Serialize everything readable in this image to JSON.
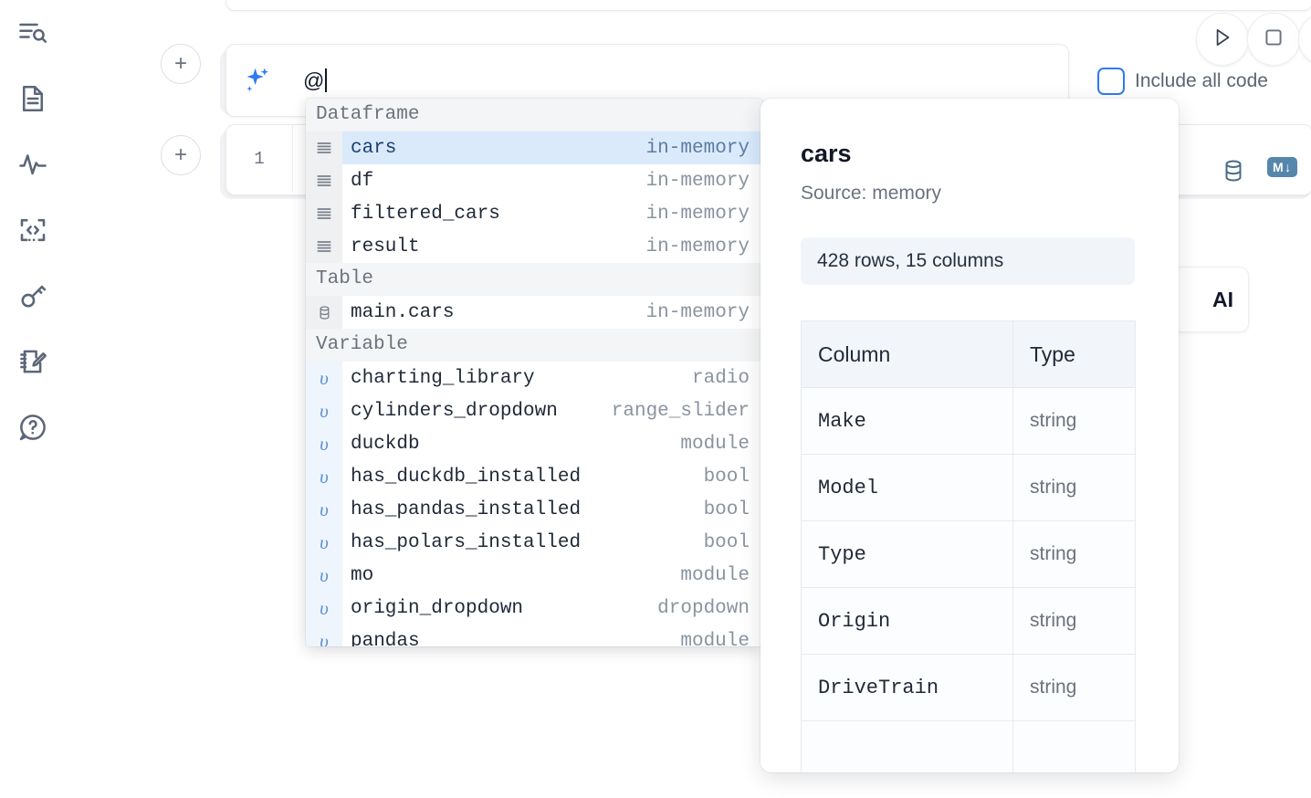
{
  "sidebar": {
    "items": [
      {
        "name": "outline-search-icon",
        "title": "Outline / search"
      },
      {
        "name": "file-icon",
        "title": "Files"
      },
      {
        "name": "activity-icon",
        "title": "Activity"
      },
      {
        "name": "snippets-icon",
        "title": "Snippets"
      },
      {
        "name": "key-icon",
        "title": "Secrets"
      },
      {
        "name": "scratchpad-icon",
        "title": "Scratchpad"
      },
      {
        "name": "help-icon",
        "title": "Help"
      }
    ]
  },
  "toolbar": {
    "run_label": "Run",
    "stop_label": "Stop",
    "extra_label": "More",
    "include_all_code_label": "Include all code",
    "include_all_code_checked": false,
    "accent_color": "#2f7bf0"
  },
  "cell": {
    "add_above_label": "+",
    "add_below_label": "+",
    "line_number": "1",
    "database_icon_label": "Database",
    "markdown_badge_label": "M",
    "markdown_badge_arrow": "↓"
  },
  "ai_card": {
    "label": "AI"
  },
  "prompt": {
    "sparkle_icon": "sparkles-icon",
    "value": "@",
    "placeholder": ""
  },
  "autocomplete": {
    "sections": [
      {
        "title": "Dataframe",
        "icon": "dataframe-icon",
        "gutter": "gray",
        "items": [
          {
            "label": "cars",
            "meta": "in-memory",
            "selected": true
          },
          {
            "label": "df",
            "meta": "in-memory",
            "selected": false
          },
          {
            "label": "filtered_cars",
            "meta": "in-memory",
            "selected": false
          },
          {
            "label": "result",
            "meta": "in-memory",
            "selected": false
          }
        ]
      },
      {
        "title": "Table",
        "icon": "database-icon",
        "gutter": "gray",
        "items": [
          {
            "label": "main.cars",
            "meta": "in-memory",
            "selected": false
          }
        ]
      },
      {
        "title": "Variable",
        "icon": "variable-icon",
        "gutter": "blue",
        "items": [
          {
            "label": "charting_library",
            "meta": "radio",
            "selected": false
          },
          {
            "label": "cylinders_dropdown",
            "meta": "range_slider",
            "selected": false
          },
          {
            "label": "duckdb",
            "meta": "module",
            "selected": false
          },
          {
            "label": "has_duckdb_installed",
            "meta": "bool",
            "selected": false
          },
          {
            "label": "has_pandas_installed",
            "meta": "bool",
            "selected": false
          },
          {
            "label": "has_polars_installed",
            "meta": "bool",
            "selected": false
          },
          {
            "label": "mo",
            "meta": "module",
            "selected": false
          },
          {
            "label": "origin_dropdown",
            "meta": "dropdown",
            "selected": false
          },
          {
            "label": "pandas",
            "meta": "module",
            "selected": false
          }
        ]
      }
    ]
  },
  "info_panel": {
    "title": "cars",
    "source": "Source: memory",
    "shape": "428 rows, 15 columns",
    "schema": {
      "headers": [
        "Column",
        "Type"
      ],
      "rows": [
        {
          "column": "Make",
          "type": "string"
        },
        {
          "column": "Model",
          "type": "string"
        },
        {
          "column": "Type",
          "type": "string"
        },
        {
          "column": "Origin",
          "type": "string"
        },
        {
          "column": "DriveTrain",
          "type": "string"
        },
        {
          "column": "",
          "type": ""
        }
      ]
    }
  }
}
